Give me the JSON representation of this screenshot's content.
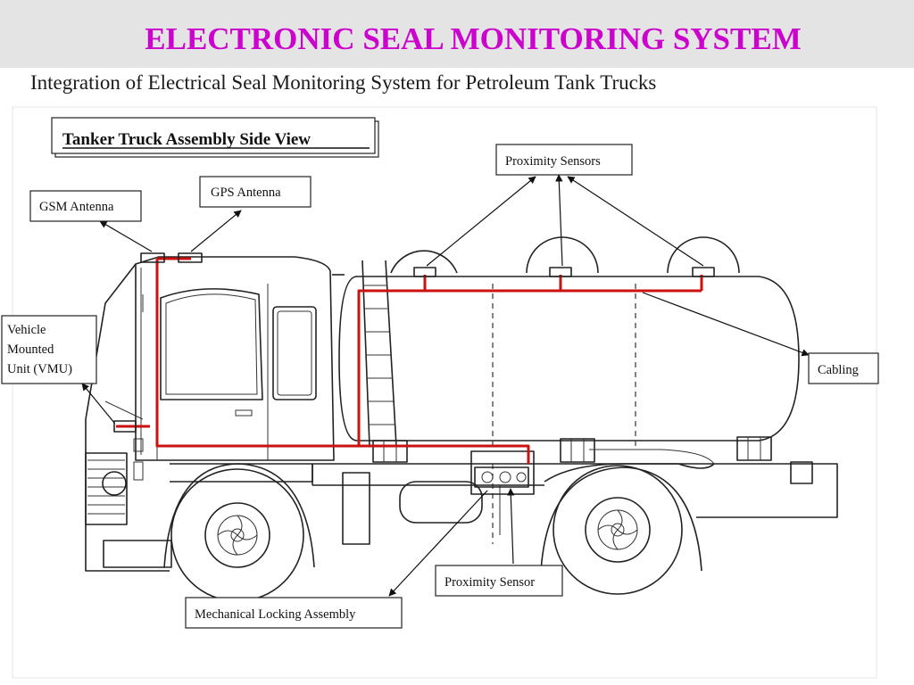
{
  "slide": {
    "title": "ELECTRONIC SEAL MONITORING SYSTEM",
    "title_color": "#cc00cc"
  },
  "diagram": {
    "subtitle": "Integration of Electrical Seal Monitoring System for Petroleum Tank Trucks",
    "view_label": "Tanker Truck Assembly Side View",
    "cable_color": "#cc1111",
    "labels": {
      "gsm_antenna": "GSM Antenna",
      "gps_antenna": "GPS Antenna",
      "proximity_sensors": "Proximity Sensors",
      "vmu_line1": "Vehicle",
      "vmu_line2": "Mounted",
      "vmu_line3": "Unit (VMU)",
      "cabling": "Cabling",
      "proximity_sensor": "Proximity Sensor",
      "mechanical_locking": "Mechanical Locking Assembly"
    }
  }
}
